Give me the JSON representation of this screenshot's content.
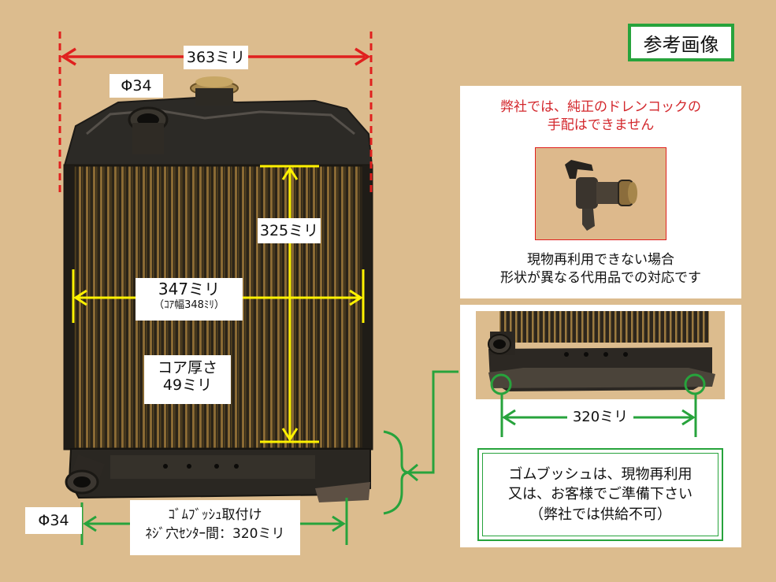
{
  "reference_tag": "参考画像",
  "dimensions": {
    "top_width": "363ミリ",
    "inlet_top": "Φ34",
    "height": "325ミリ",
    "core_width": "347ミリ",
    "core_width_note": "（ｺｱ幅348ﾐﾘ）",
    "core_thickness_line1": "コア厚さ",
    "core_thickness_line2": "49ミリ",
    "outlet_bottom": "Φ34",
    "bushing_line1": "ｺﾞﾑﾌﾞｯｼｭ取付け",
    "bushing_line2": "ﾈｼﾞ穴ｾﾝﾀｰ間：320ミリ"
  },
  "drain_panel": {
    "notice_line1": "弊社では、純正のドレンコックの",
    "notice_line2": "手配はできません",
    "caption_line1": "現物再利用できない場合",
    "caption_line2": "形状が異なる代用品での対応です"
  },
  "bottom_panel": {
    "spacing_label": "320ミリ",
    "note_line1": "ゴムブッシュは、現物再利用",
    "note_line2": "又は、お客様でご準備下さい",
    "note_line3": "（弊社では供給不可）"
  },
  "colors": {
    "background": "#dcbc8e",
    "red_dimension": "#e0201e",
    "yellow_dimension": "#fff200",
    "green_annotation": "#27a33c"
  }
}
